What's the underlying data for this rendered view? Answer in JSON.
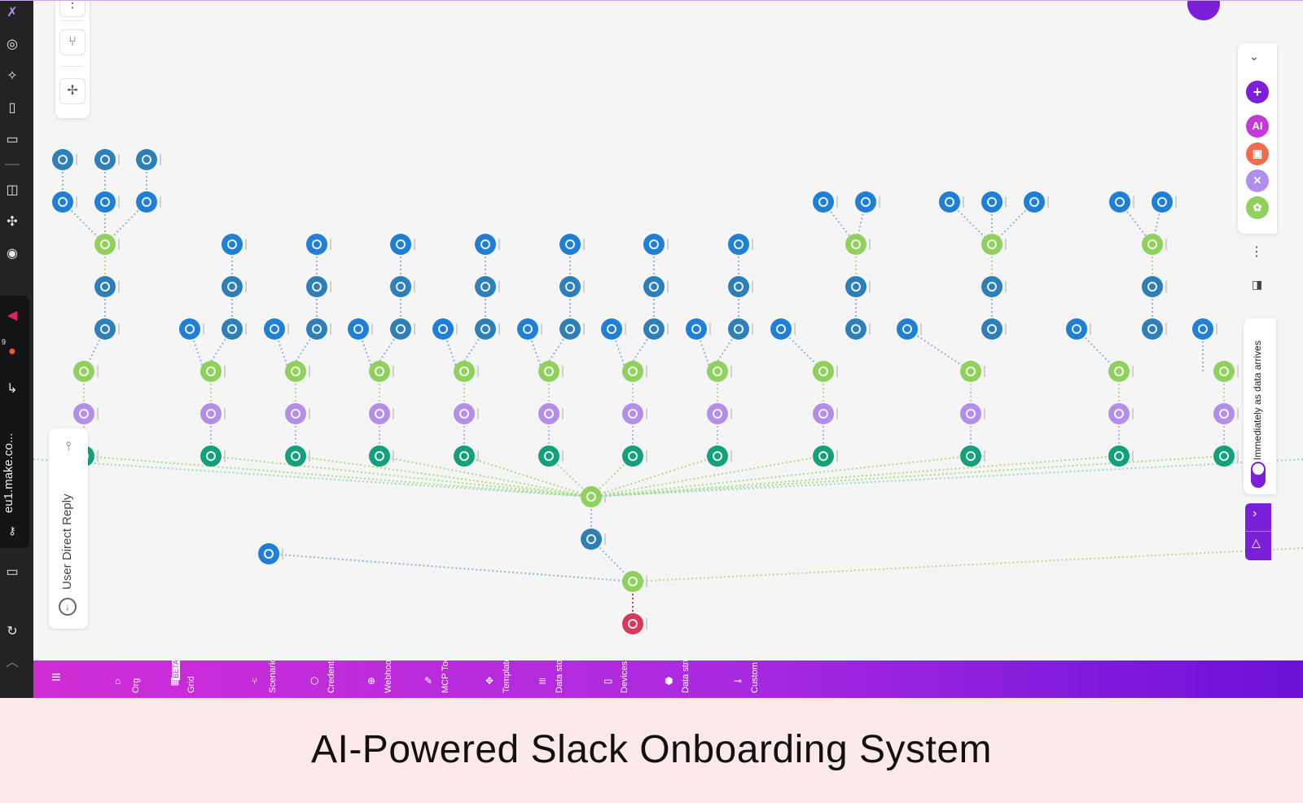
{
  "os_sidebar": {
    "url_text": "eu1.make.co...",
    "badge": "9",
    "icons": [
      "make-logo-icon",
      "copilot-icon",
      "sparkle-icon",
      "bookmark-icon",
      "window-icon",
      "notebook-icon",
      "puzzle-icon",
      "camera-icon",
      "make-triangle-icon",
      "brave-icon",
      "tray-icon",
      "key-icon",
      "tablet-icon",
      "refresh-icon",
      "chevron-up-icon"
    ]
  },
  "left_toolbar": {
    "icons": [
      "more-vertical-icon",
      "flow-icon",
      "auto-align-icon"
    ]
  },
  "side_panel": {
    "label": "User Direct Reply",
    "icons": [
      "sliders-icon",
      "download-icon"
    ]
  },
  "right_panel": {
    "icons": [
      "chevron-down-icon",
      "add-icon",
      "ai-icon",
      "tools-icon",
      "wrench-icon",
      "settings-icon",
      "more-vertical-icon",
      "notes-icon"
    ],
    "ai_label": "AI",
    "colors": {
      "add": "#7b1fd9",
      "ai": "#c13bd8",
      "tools": "#f26b4f",
      "wrench": "#b08ef0",
      "settings": "#8fd15c"
    }
  },
  "schedule": {
    "label": "Immediately as data arrives",
    "toggle_on": true
  },
  "run_controls": {
    "icons": [
      "chevron-right-icon",
      "triangle-icon"
    ]
  },
  "bottom_nav": {
    "items": [
      {
        "label": "Org",
        "icon": "org-icon"
      },
      {
        "label": "Grid",
        "icon": "grid-icon",
        "badge": "BETA"
      },
      {
        "label": "Scenarios",
        "icon": "scenarios-icon"
      },
      {
        "label": "Credentials",
        "icon": "credentials-icon"
      },
      {
        "label": "Webhooks",
        "icon": "webhooks-icon"
      },
      {
        "label": "MCP Toolboxes",
        "icon": "mcp-icon"
      },
      {
        "label": "Templates",
        "icon": "templates-icon"
      },
      {
        "label": "Data stores",
        "icon": "data-stores-icon"
      },
      {
        "label": "Devices",
        "icon": "devices-icon"
      },
      {
        "label": "Data structures",
        "icon": "data-structures-icon"
      },
      {
        "label": "Custom Apps",
        "icon": "custom-apps-icon"
      }
    ],
    "accent": "#a92ae0"
  },
  "caption": "AI-Powered Slack Onboarding System",
  "module_colors": {
    "http": "#1f7fd6",
    "data_store": "#2e7fb8",
    "router": "#8fd15c",
    "json": "#b38ee8",
    "openai": "#14a07a",
    "slack": "#d8395b"
  }
}
